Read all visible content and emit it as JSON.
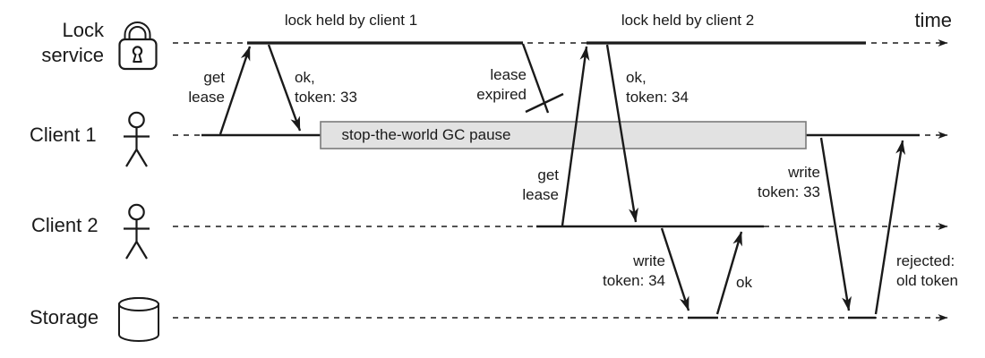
{
  "palette": {
    "ink": "#1a1a1a",
    "gc_fill": "#e2e2e2",
    "gc_border": "#7b7b7b"
  },
  "time_label": "time",
  "lanes": [
    {
      "id": "lock-service",
      "label": "Lock\nservice"
    },
    {
      "id": "client-1",
      "label": "Client 1"
    },
    {
      "id": "client-2",
      "label": "Client 2"
    },
    {
      "id": "storage",
      "label": "Storage"
    }
  ],
  "lock_bars": [
    {
      "label": "lock held by client 1"
    },
    {
      "label": "lock held by client 2"
    }
  ],
  "gc_pause_label": "stop-the-world GC pause",
  "messages": {
    "get_lease_1": "get\nlease",
    "ok_token_33": "ok,\ntoken: 33",
    "lease_expired": "lease\nexpired",
    "get_lease_2": "get\nlease",
    "ok_token_34": "ok,\ntoken: 34",
    "write_token_34": "write\ntoken: 34",
    "write_ok": "ok",
    "write_token_33": "write\ntoken: 33",
    "rejected_old_token": "rejected:\nold token"
  }
}
